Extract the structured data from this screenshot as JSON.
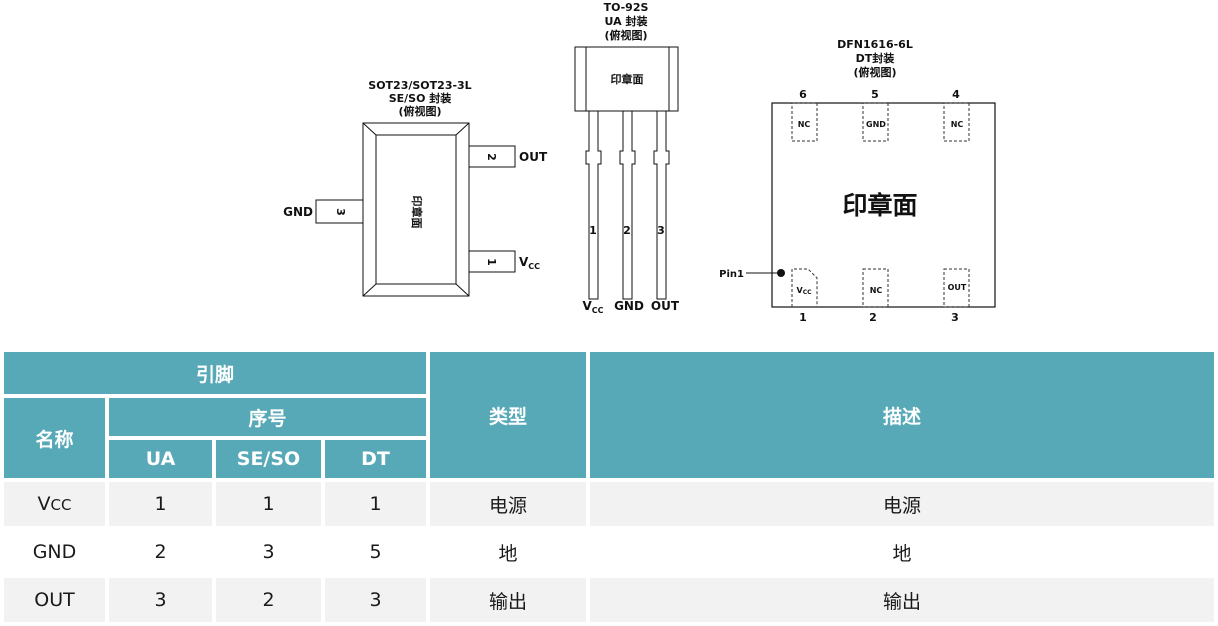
{
  "packages": {
    "sot23": {
      "title_lines": [
        "SOT23/SOT23-3L",
        "SE/SO 封装",
        "(俯视图)"
      ],
      "marking": "印章面",
      "pins": [
        {
          "number": "2",
          "label": "OUT"
        },
        {
          "number": "3",
          "label": "GND"
        },
        {
          "number": "1",
          "label_main": "V",
          "label_sub": "CC"
        }
      ]
    },
    "to92s": {
      "title_lines": [
        "TO-92S",
        "UA 封装",
        "(俯视图)"
      ],
      "marking": "印章面",
      "pins": [
        {
          "number": "1",
          "label_main": "V",
          "label_sub": "CC"
        },
        {
          "number": "2",
          "label": "GND"
        },
        {
          "number": "3",
          "label": "OUT"
        }
      ]
    },
    "dfn1616": {
      "title_lines": [
        "DFN1616-6L",
        "DT封装",
        "(俯视图)"
      ],
      "marking": "印章面",
      "pin1_label": "Pin1",
      "top_pins": [
        {
          "number": "6",
          "label": "NC"
        },
        {
          "number": "5",
          "label": "GND"
        },
        {
          "number": "4",
          "label": "NC"
        }
      ],
      "bottom_pins": [
        {
          "number": "1",
          "label_main": "V",
          "label_sub": "CC"
        },
        {
          "number": "2",
          "label": "NC"
        },
        {
          "number": "3",
          "label": "OUT"
        }
      ]
    }
  },
  "table": {
    "header": {
      "pin": "引脚",
      "name": "名称",
      "number": "序号",
      "ua": "UA",
      "seso": "SE/SO",
      "dt": "DT",
      "type": "类型",
      "description": "描述"
    },
    "rows": [
      {
        "name_main": "V",
        "name_sub": "CC",
        "ua": "1",
        "seso": "1",
        "dt": "1",
        "type": "电源",
        "description": "电源"
      },
      {
        "name_main": "GND",
        "name_sub": "",
        "ua": "2",
        "seso": "3",
        "dt": "5",
        "type": "地",
        "description": "地"
      },
      {
        "name_main": "OUT",
        "name_sub": "",
        "ua": "3",
        "seso": "2",
        "dt": "3",
        "type": "输出",
        "description": "输出"
      }
    ]
  },
  "colors": {
    "header_bg": "#57a9b7",
    "shaded_row_bg": "#f2f2f2"
  }
}
